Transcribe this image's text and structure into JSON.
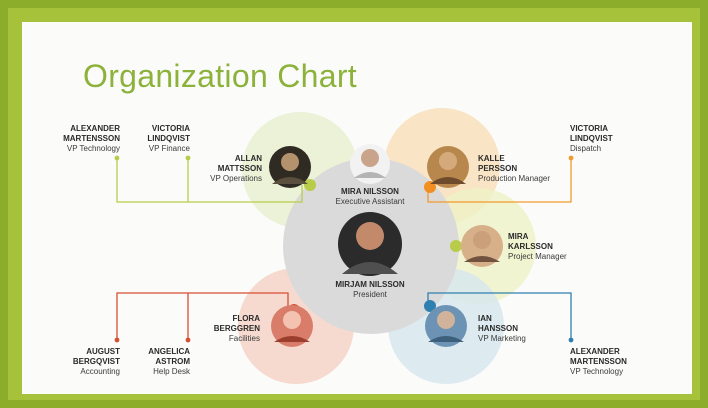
{
  "title": "Organization Chart",
  "colors": {
    "green": "#a6c23a",
    "orange": "#f28f21",
    "red": "#d74e35",
    "blue": "#2f80b0",
    "gray": "#d8d8d8"
  },
  "people": {
    "president": {
      "name": "MIRJAM NILSSON",
      "role": "President"
    },
    "assistant": {
      "name": "MIRA NILSSON",
      "role": "Executive Assistant"
    },
    "allan": {
      "name1": "ALLAN",
      "name2": "MATTSSON",
      "role": "VP Operations"
    },
    "kalle": {
      "name1": "KALLE",
      "name2": "PERSSON",
      "role": "Production Manager"
    },
    "mira_k": {
      "name1": "MIRA",
      "name2": "KARLSSON",
      "role": "Project Manager"
    },
    "flora": {
      "name1": "FLORA",
      "name2": "BERGGREN",
      "role": "Facilities"
    },
    "ian": {
      "name1": "IAN",
      "name2": "HANSSON",
      "role": "VP Marketing"
    },
    "alex_top": {
      "name1": "ALEXANDER",
      "name2": "MARTENSSON",
      "role": "VP Technology"
    },
    "victoria_top": {
      "name1": "VICTORIA",
      "name2": "LINDQVIST",
      "role": "VP Finance"
    },
    "victoria_right": {
      "name1": "VICTORIA",
      "name2": "LINDQVIST",
      "role": "Dispatch"
    },
    "august": {
      "name1": "AUGUST",
      "name2": "BERGQVIST",
      "role": "Accounting"
    },
    "angelica": {
      "name1": "ANGELICA",
      "name2": "ASTROM",
      "role": "Help Desk"
    },
    "alex_bottom": {
      "name1": "ALEXANDER",
      "name2": "MARTENSSON",
      "role": "VP Technology"
    }
  }
}
